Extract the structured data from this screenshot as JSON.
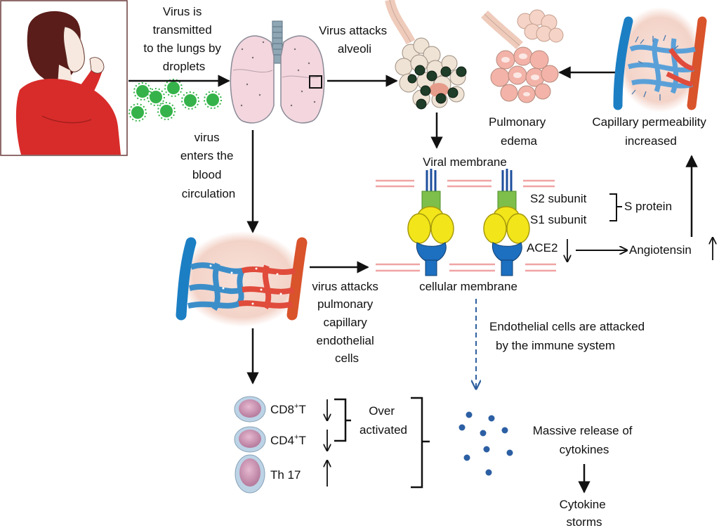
{
  "labels": {
    "transmit": [
      "Virus is",
      "transmitted",
      "to the lungs by",
      "droplets"
    ],
    "attacks_alveoli": [
      "Virus attacks",
      "alveoli"
    ],
    "pulmonary_edema": [
      "Pulmonary",
      "edema"
    ],
    "capillary_perm": [
      "Capillary permeability",
      "increased"
    ],
    "viral_membrane": "Viral membrane",
    "enters_blood": [
      "virus",
      "enters the",
      "blood",
      "circulation"
    ],
    "s2_subunit": "S2 subunit",
    "s1_subunit": "S1 subunit",
    "s_protein": "S protein",
    "ace2": "ACE2",
    "angiotensin": "Angiotensin",
    "cellular_membrane": "cellular membrane",
    "attacks_capillary": [
      "virus attacks",
      "pulmonary",
      "capillary",
      "endothelial",
      "cells"
    ],
    "endothelial_immune": [
      "Endothelial cells are attacked",
      "by the immune system"
    ],
    "cd8": "CD8",
    "cd4": "CD4",
    "cell_sup": "+",
    "cell_t": "T",
    "th17": "Th 17",
    "over_activated": [
      "Over",
      "activated"
    ],
    "massive_release": [
      "Massive release of",
      "cytokines"
    ],
    "cytokine_storms": [
      "Cytokine",
      "storms"
    ]
  },
  "colors": {
    "virus_green": "#35b34a",
    "lung_pink": "#f3d6de",
    "vein_blue": "#1c7fc4",
    "artery_red": "#d9332b",
    "tissue_pink": "#f6dcd2",
    "spike_yellow": "#f2e51a",
    "spike_green": "#7dbf4a",
    "ace2_blue": "#1d6fc0",
    "membrane_pink": "#f0a3a3",
    "cell_purple": "#c48aac",
    "cytokine_blue": "#2c5fa3",
    "dashed_blue": "#2f5f9e",
    "shirt_red": "#d82c2a"
  },
  "icons": [
    "coughing-woman-icon",
    "virus-particle-icon",
    "lungs-icon",
    "alveoli-icon",
    "capillary-network-icon",
    "spike-protein-icon",
    "immune-cell-icon",
    "cytokine-dot-icon"
  ]
}
